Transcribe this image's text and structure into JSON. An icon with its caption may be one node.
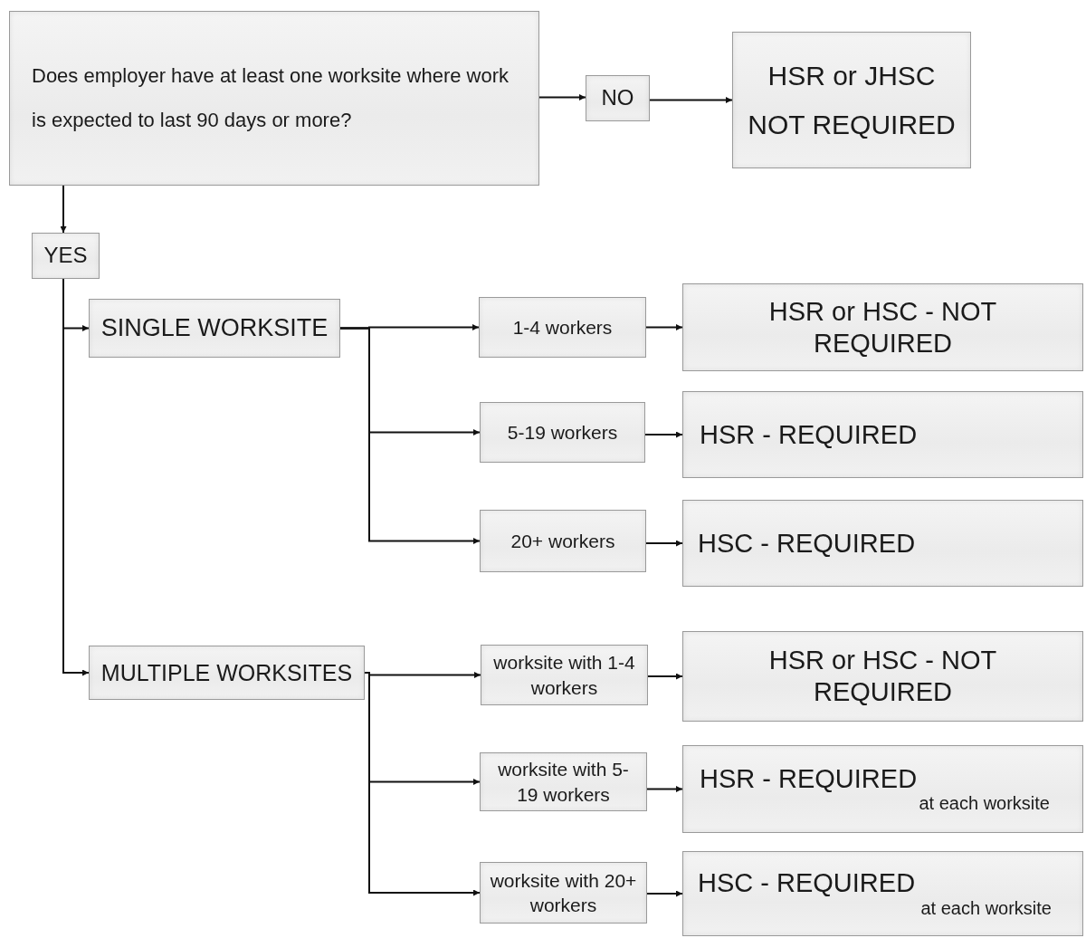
{
  "diagram": {
    "nodes": [
      {
        "text": [
          "Does employer have at least one worksite where work is expected to last 90 days or more?"
        ]
      },
      {
        "text": [
          "NO"
        ]
      },
      {
        "text": [
          "HSR or JHSC NOT REQUIRED"
        ]
      },
      {
        "text": [
          "YES"
        ]
      },
      {
        "text": [
          "SINGLE WORKSITE"
        ]
      },
      {
        "text": [
          "1-4 workers"
        ]
      },
      {
        "text": [
          "HSR or HSC - NOT REQUIRED"
        ]
      },
      {
        "text": [
          "5-19 workers"
        ]
      },
      {
        "text": [
          "HSR - REQUIRED"
        ]
      },
      {
        "text": [
          "20+ workers"
        ]
      },
      {
        "text": [
          "HSC - REQUIRED"
        ]
      },
      {
        "text": [
          "MULTIPLE WORKSITES"
        ]
      },
      {
        "text": [
          "worksite with 1-4 workers"
        ]
      },
      {
        "text": [
          "HSR or HSC - NOT REQUIRED"
        ]
      },
      {
        "text": [
          "worksite with 5-19 workers"
        ]
      },
      {
        "text": [
          "HSR - REQUIRED",
          "at each worksite"
        ]
      },
      {
        "text": [
          "worksite with 20+ workers"
        ]
      },
      {
        "text": [
          "HSC - REQUIRED",
          "at each worksite"
        ]
      }
    ],
    "edges": [
      {
        "from": 0,
        "to": 1,
        "arrow": "to"
      },
      {
        "from": 1,
        "to": 2,
        "arrow": "to"
      },
      {
        "from": 0,
        "to": 3,
        "arrow": "to"
      },
      {
        "from": 3,
        "to": 4,
        "arrow": "to"
      },
      {
        "from": 3,
        "to": 11,
        "arrow": "to"
      },
      {
        "from": 4,
        "to": 5,
        "arrow": "to"
      },
      {
        "from": 4,
        "to": 7,
        "arrow": "to"
      },
      {
        "from": 4,
        "to": 9,
        "arrow": "to"
      },
      {
        "from": 5,
        "to": 6,
        "arrow": "to"
      },
      {
        "from": 7,
        "to": 8,
        "arrow": "to"
      },
      {
        "from": 9,
        "to": 10,
        "arrow": "to"
      },
      {
        "from": 11,
        "to": 12,
        "arrow": "to"
      },
      {
        "from": 11,
        "to": 14,
        "arrow": "to"
      },
      {
        "from": 11,
        "to": 16,
        "arrow": "to"
      },
      {
        "from": 12,
        "to": 13,
        "arrow": "to"
      },
      {
        "from": 14,
        "to": 15,
        "arrow": "to"
      },
      {
        "from": 16,
        "to": 17,
        "arrow": "to"
      }
    ]
  }
}
